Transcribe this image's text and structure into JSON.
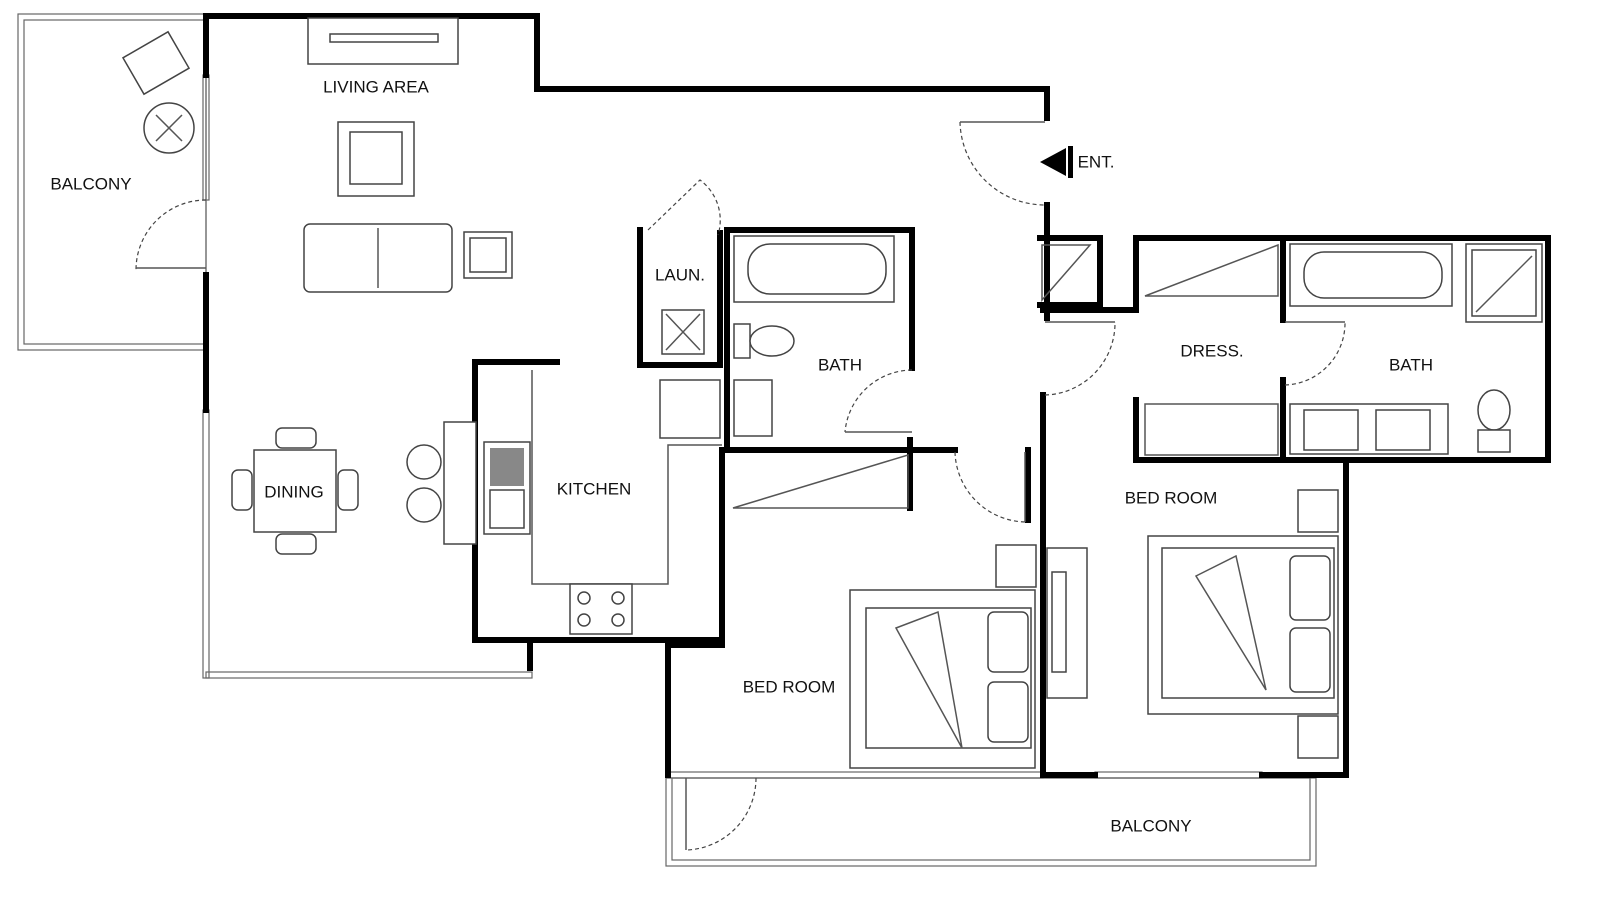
{
  "rooms": {
    "living": "LIVING AREA",
    "balcony_left": "BALCONY",
    "laundry": "LAUN.",
    "bath1": "BATH",
    "dining": "DINING",
    "kitchen": "KITCHEN",
    "bedroom1": "BED ROOM",
    "bedroom2": "BED ROOM",
    "dressing": "DRESS.",
    "bath2": "BATH",
    "balcony_bottom": "BALCONY",
    "entrance": "ENT."
  },
  "icons": [
    "entrance-arrow-icon",
    "door-swing-icon",
    "bed-icon",
    "sofa-icon",
    "bathtub-icon",
    "toilet-icon",
    "sink-icon",
    "stove-icon",
    "dining-table-icon",
    "tv-icon"
  ]
}
